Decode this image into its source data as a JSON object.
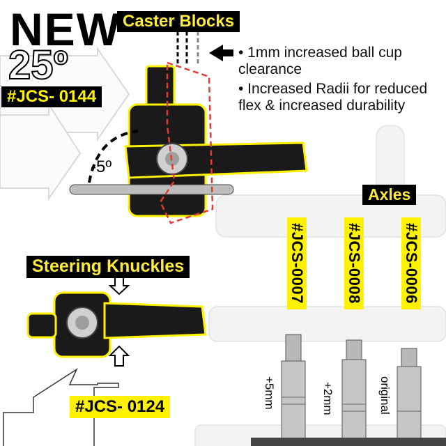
{
  "headline": {
    "new": "NEW",
    "angle": "25º"
  },
  "caster": {
    "title": "Caster Blocks",
    "part_number": "#JCS- 0144",
    "angle_callout": "-5º",
    "features": [
      "• 1mm increased ball cup clearance",
      "• Increased Radii for reduced flex & increased durability"
    ]
  },
  "knuckles": {
    "title": "Steering Knuckles",
    "part_number": "#JCS- 0124"
  },
  "axles": {
    "title": "Axles",
    "items": [
      {
        "part_number": "#JCS-0007",
        "label": "+5mm"
      },
      {
        "part_number": "#JCS-0008",
        "label": "+2mm"
      },
      {
        "part_number": "#JCS-0006",
        "label": "original"
      }
    ]
  },
  "colors": {
    "highlight": "#fff200",
    "badge": "#000000",
    "badge_text": "#ffeb3b",
    "outline_red": "#e53935"
  }
}
